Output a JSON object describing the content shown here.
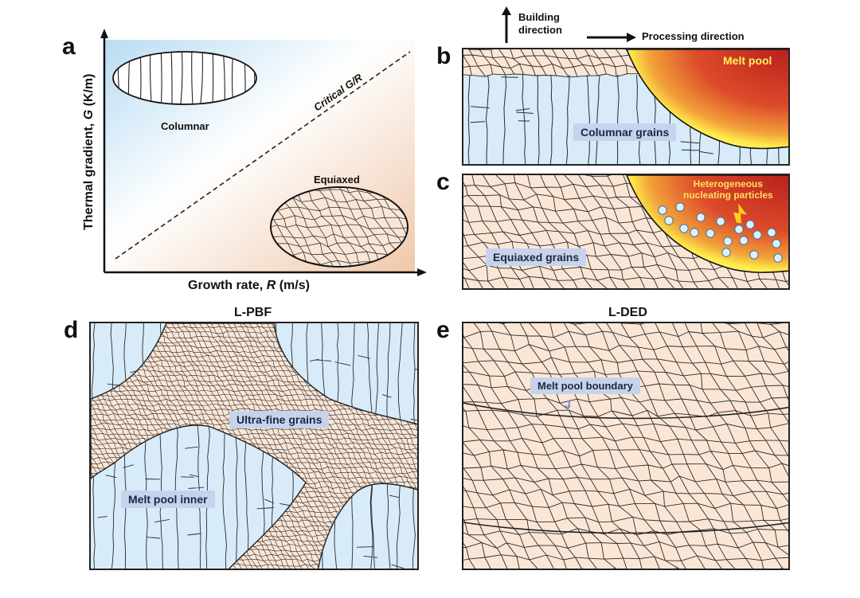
{
  "panels": {
    "a": {
      "letter": "a",
      "ylabel_plain": "Thermal gradient, ",
      "ylabel_sym": "G",
      "ylabel_unit": " (K/m)",
      "xlabel_plain": "Growth rate, ",
      "xlabel_sym": "R",
      "xlabel_unit": " (m/s)",
      "columnar": "Columnar",
      "equiaxed": "Equiaxed",
      "critical": "Critical G/R"
    },
    "b": {
      "letter": "b",
      "melt_pool": "Melt pool",
      "tag": "Columnar grains"
    },
    "c": {
      "letter": "c",
      "tag": "Equiaxed grains",
      "particles_line1": "Heterogeneous",
      "particles_line2": "nucleating particles"
    },
    "d": {
      "letter": "d",
      "title": "L-PBF",
      "tag_fine": "Ultra-fine grains",
      "tag_inner": "Melt pool inner"
    },
    "e": {
      "letter": "e",
      "title": "L-DED",
      "tag_boundary": "Melt pool boundary"
    }
  },
  "header": {
    "building_line1": "Building",
    "building_line2": "direction",
    "processing": "Processing direction"
  },
  "colors": {
    "grain_fill": "#fbe6d6",
    "columnar_fill": "#d8ebf8",
    "melt_red": "#d7342a",
    "melt_yellow": "#fff04a"
  }
}
